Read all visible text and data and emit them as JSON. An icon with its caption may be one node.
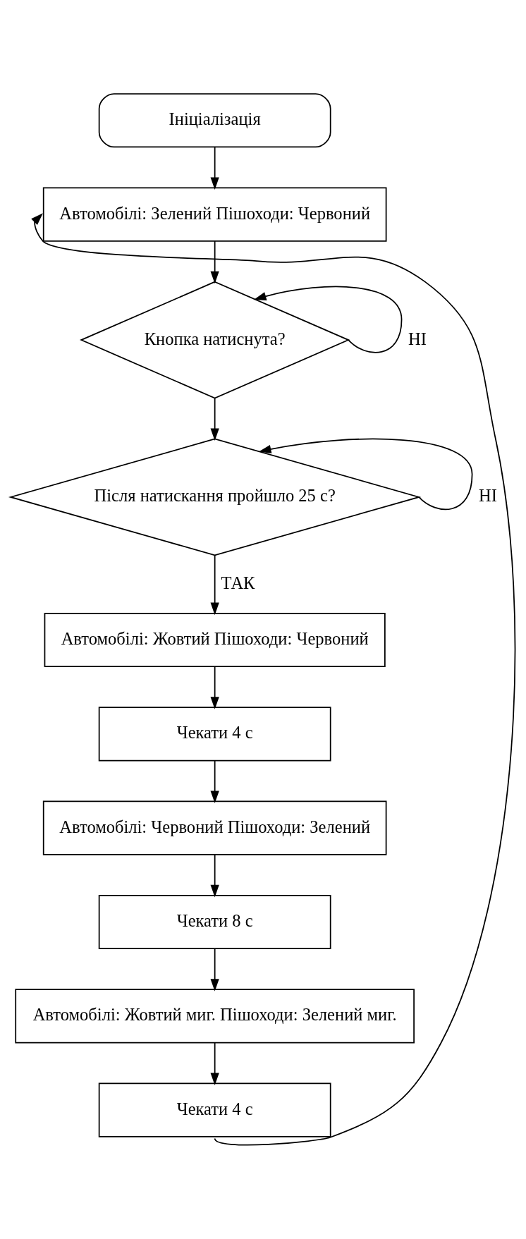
{
  "diagram": {
    "nodes": [
      {
        "text": [
          "Ініціалізація"
        ]
      },
      {
        "text": [
          "Автомобілі: Зелений Пішоходи: Червоний"
        ]
      },
      {
        "text": [
          "Кнопка натиснута?"
        ]
      },
      {
        "text": [
          "Після натискання пройшло 25 с?"
        ]
      },
      {
        "text": [
          "Автомобілі: Жовтий Пішоходи: Червоний"
        ]
      },
      {
        "text": [
          "Чекати 4 с"
        ]
      },
      {
        "text": [
          "Автомобілі: Червоний Пішоходи: Зелений"
        ]
      },
      {
        "text": [
          "Чекати 8 с"
        ]
      },
      {
        "text": [
          "Автомобілі: Жовтий миг. Пішоходи: Зелений миг."
        ]
      },
      {
        "text": [
          "Чекати 4 с"
        ]
      }
    ],
    "edges": [
      {
        "from": 0,
        "to": 1,
        "arrow": "to"
      },
      {
        "from": 1,
        "to": 2,
        "arrow": "to"
      },
      {
        "from": 2,
        "to": 2,
        "arrow": "to",
        "label": "НІ"
      },
      {
        "from": 2,
        "to": 3,
        "arrow": "to"
      },
      {
        "from": 3,
        "to": 3,
        "arrow": "to",
        "label": "НІ"
      },
      {
        "from": 3,
        "to": 4,
        "arrow": "to",
        "label": "ТАК"
      },
      {
        "from": 4,
        "to": 5,
        "arrow": "to"
      },
      {
        "from": 5,
        "to": 6,
        "arrow": "to"
      },
      {
        "from": 6,
        "to": 7,
        "arrow": "to"
      },
      {
        "from": 7,
        "to": 8,
        "arrow": "to"
      },
      {
        "from": 8,
        "to": 9,
        "arrow": "to"
      },
      {
        "from": 9,
        "to": 1,
        "arrow": "to"
      }
    ]
  }
}
